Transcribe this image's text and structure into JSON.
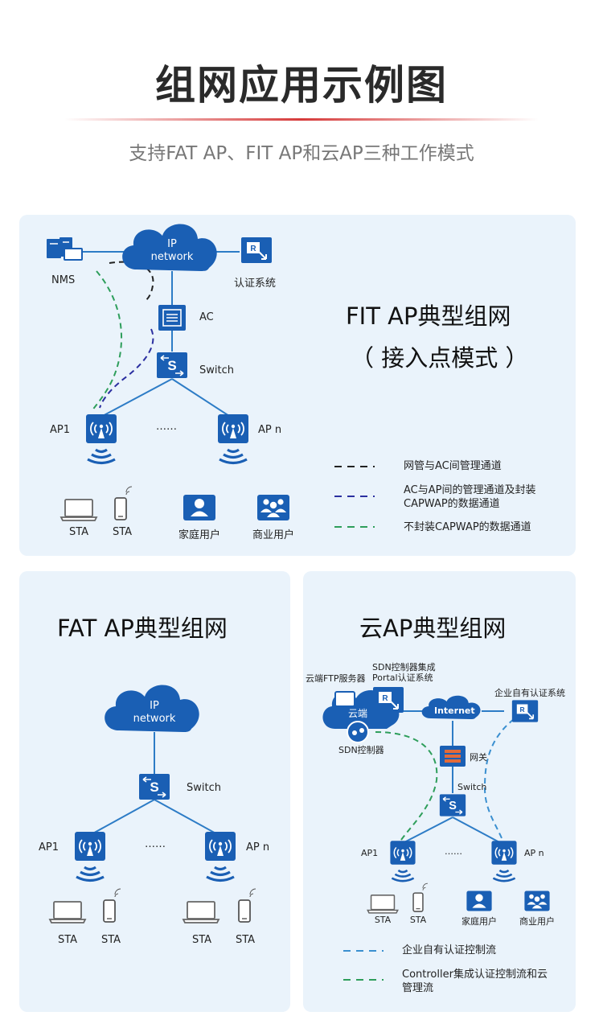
{
  "header": {
    "title": "组网应用示例图",
    "subtitle": "支持FAT AP、FIT AP和云AP三种工作模式"
  },
  "fit_panel": {
    "title_line1": "FIT AP典型组网",
    "title_line2": "（ 接入点模式 ）",
    "cloud_line1": "IP",
    "cloud_line2": "network",
    "nms": "NMS",
    "auth": "认证系统",
    "ac": "AC",
    "switch": "Switch",
    "ap1": "AP1",
    "dots": "……",
    "apn": "AP n",
    "sta1": "STA",
    "sta2": "STA",
    "home_user": "家庭用户",
    "business_user": "商业用户",
    "legend": [
      {
        "text": "网管与AC间管理通道",
        "color": "#222222"
      },
      {
        "text": "AC与AP间的管理通道及封装CAPWAP的数据通道",
        "color": "#2b2fa0"
      },
      {
        "text": "不封装CAPWAP的数据通道",
        "color": "#2e9e5b"
      }
    ]
  },
  "fat_panel": {
    "title": "FAT AP典型组网",
    "cloud_line1": "IP",
    "cloud_line2": "network",
    "switch": "Switch",
    "ap1": "AP1",
    "dots": "……",
    "apn": "AP n",
    "sta": [
      "STA",
      "STA",
      "STA",
      "STA"
    ]
  },
  "cloud_panel": {
    "title": "云AP典型组网",
    "ftp": "云端FTP服务器",
    "sdn_portal_line1": "SDN控制器集成",
    "sdn_portal_line2": "Portal认证系统",
    "cloud_label": "云端",
    "sdn": "SDN控制器",
    "internet": "Internet",
    "enterprise_auth": "企业自有认证系统",
    "gateway": "网关",
    "switch": "Switch",
    "ap1": "AP1",
    "dots": "……",
    "apn": "AP n",
    "sta1": "STA",
    "sta2": "STA",
    "home_user": "家庭用户",
    "business_user": "商业用户",
    "legend": [
      {
        "text": "企业自有认证控制流",
        "color": "#3a8fd0"
      },
      {
        "text": "Controller集成认证控制流和云管理流",
        "color": "#2e9e5b"
      }
    ]
  },
  "colors": {
    "brand_blue": "#1a5fb4",
    "panel_bg": "#eaf3fb",
    "line_blue": "#2d7cc6",
    "accent_red": "#d63a3a"
  }
}
